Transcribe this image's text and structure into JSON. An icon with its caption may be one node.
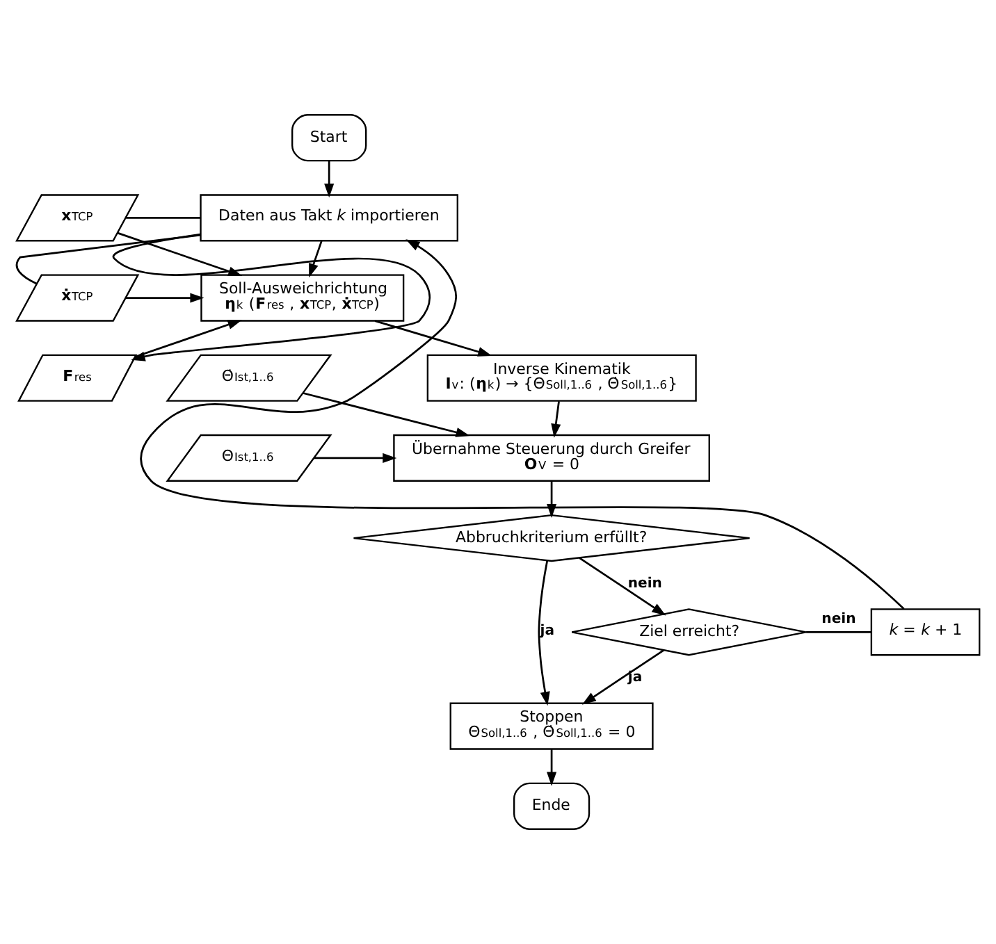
{
  "diagram": {
    "nodes": [
      {
        "text": [
          "Start"
        ]
      },
      {
        "text": [
          "Daten aus Takt *k* importieren"
        ]
      },
      {
        "text": [
          "**x**$_{TCP}$"
        ]
      },
      {
        "text": [
          "**ẋ**$_{TCP}$"
        ]
      },
      {
        "text": [
          "**F**$_{res}$"
        ]
      },
      {
        "text": [
          "Soll-Ausweichrichtung",
          "**η**$_{k}$ (**F**$_{res}$ , **x**$_{TCP}$, **ẋ**$_{TCP}$)"
        ]
      },
      {
        "text": [
          "Inverse Kinematik",
          "**I**$_{v}$: (**η**$_{k}$) → {Θ$_{Soll,1..6}$ , Θ̇$_{Soll,1..6}$}"
        ]
      },
      {
        "text": [
          "Θ̇$_{Ist,1..6}$"
        ]
      },
      {
        "text": [
          "Θ$_{Ist,1..6}$"
        ]
      },
      {
        "text": [
          "Übernahme Steuerung durch Greifer",
          "**O**$_{V}$ = 0"
        ]
      },
      {
        "text": [
          "Abbruchkriterium erfüllt?"
        ]
      },
      {
        "text": [
          "Ziel erreicht?"
        ]
      },
      {
        "text": [
          "*k* = *k* + 1"
        ]
      },
      {
        "text": [
          "Stoppen",
          "Θ$_{Soll,1..6}$ , Θ̇$_{Soll,1..6}$ = 0"
        ]
      },
      {
        "text": [
          "Ende"
        ]
      }
    ],
    "edges": [
      {
        "from": 0,
        "to": 1,
        "arrow": "to"
      },
      {
        "from": 1,
        "to": 2,
        "arrow": "none"
      },
      {
        "from": 1,
        "to": 3,
        "arrow": "none"
      },
      {
        "from": 1,
        "to": 4,
        "arrow": "to"
      },
      {
        "from": 2,
        "to": 5,
        "arrow": "to"
      },
      {
        "from": 3,
        "to": 5,
        "arrow": "to"
      },
      {
        "from": 4,
        "to": 5,
        "arrow": "to"
      },
      {
        "from": 1,
        "to": 5,
        "arrow": "to"
      },
      {
        "from": 5,
        "to": 6,
        "arrow": "to"
      },
      {
        "from": 6,
        "to": 9,
        "arrow": "to"
      },
      {
        "from": 7,
        "to": 9,
        "arrow": "to"
      },
      {
        "from": 8,
        "to": 9,
        "arrow": "to"
      },
      {
        "from": 9,
        "to": 10,
        "arrow": "to"
      },
      {
        "from": 10,
        "to": 11,
        "label": "nein",
        "arrow": "to"
      },
      {
        "from": 10,
        "to": 13,
        "label": "ja",
        "arrow": "to"
      },
      {
        "from": 11,
        "to": 13,
        "label": "ja",
        "arrow": "to"
      },
      {
        "from": 11,
        "to": 12,
        "label": "nein",
        "arrow": "none"
      },
      {
        "from": 12,
        "to": 1,
        "arrow": "to"
      },
      {
        "from": 13,
        "to": 14,
        "arrow": "to"
      }
    ]
  }
}
